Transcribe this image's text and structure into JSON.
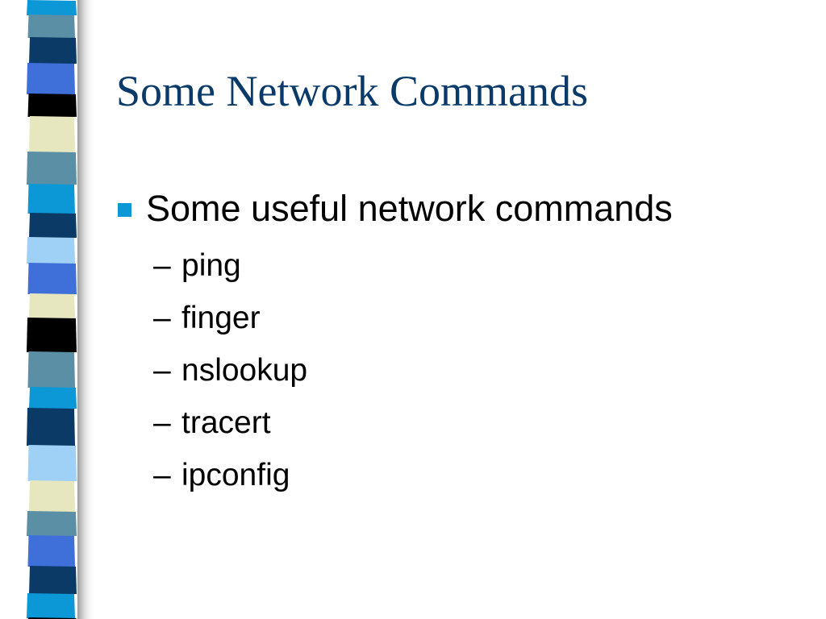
{
  "slide": {
    "title": "Some Network Commands",
    "bullet": "Some useful network commands",
    "sub_marker": "–",
    "sub_items": [
      "ping",
      "finger",
      "nslookup",
      "tracert",
      "ipconfig"
    ]
  },
  "colors": {
    "title": "#0a3a6a",
    "bullet": "#0c98d6",
    "stripe_palette": [
      "#0c98d6",
      "#5b8fa6",
      "#0b3a66",
      "#3f6fd8",
      "#000000",
      "#e6e7bf",
      "#9fd0f5"
    ]
  }
}
